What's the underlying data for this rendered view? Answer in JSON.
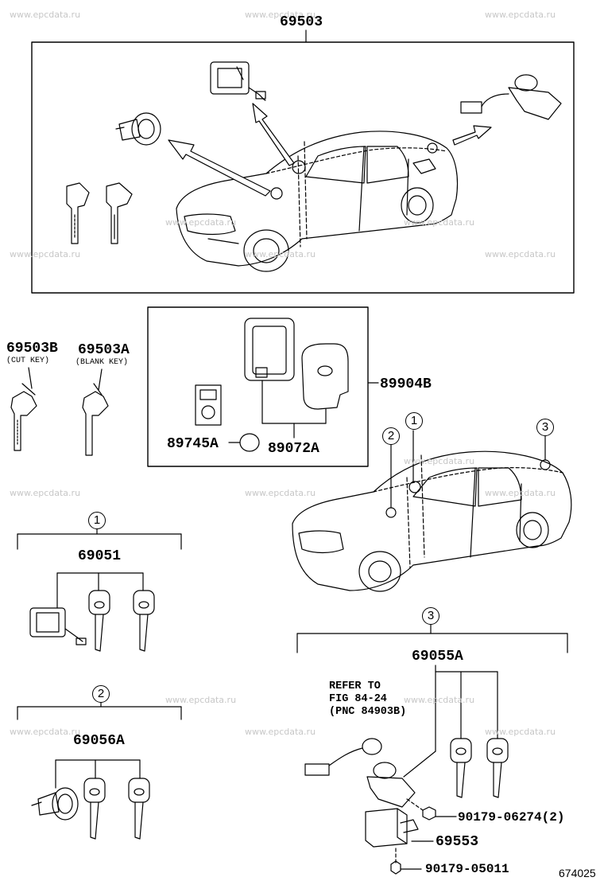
{
  "watermark": "www.epcdata.ru",
  "parts": {
    "p69503": "69503",
    "p69503B": "69503B",
    "p69503B_note": "(CUT KEY)",
    "p69503A": "69503A",
    "p69503A_note": "(BLANK KEY)",
    "p89904B": "89904B",
    "p89745A": "89745A",
    "p89072A": "89072A",
    "p69051": "69051",
    "p69056A": "69056A",
    "p69055A": "69055A",
    "p69553": "69553",
    "p90179_06274": "90179-06274(2)",
    "p90179_05011": "90179-05011"
  },
  "callouts": {
    "c1": "1",
    "c2": "2",
    "c3": "3"
  },
  "reference": {
    "line1": "REFER TO",
    "line2": "FIG 84-24",
    "line3": "(PNC 84903B)"
  },
  "figure_number": "674025"
}
